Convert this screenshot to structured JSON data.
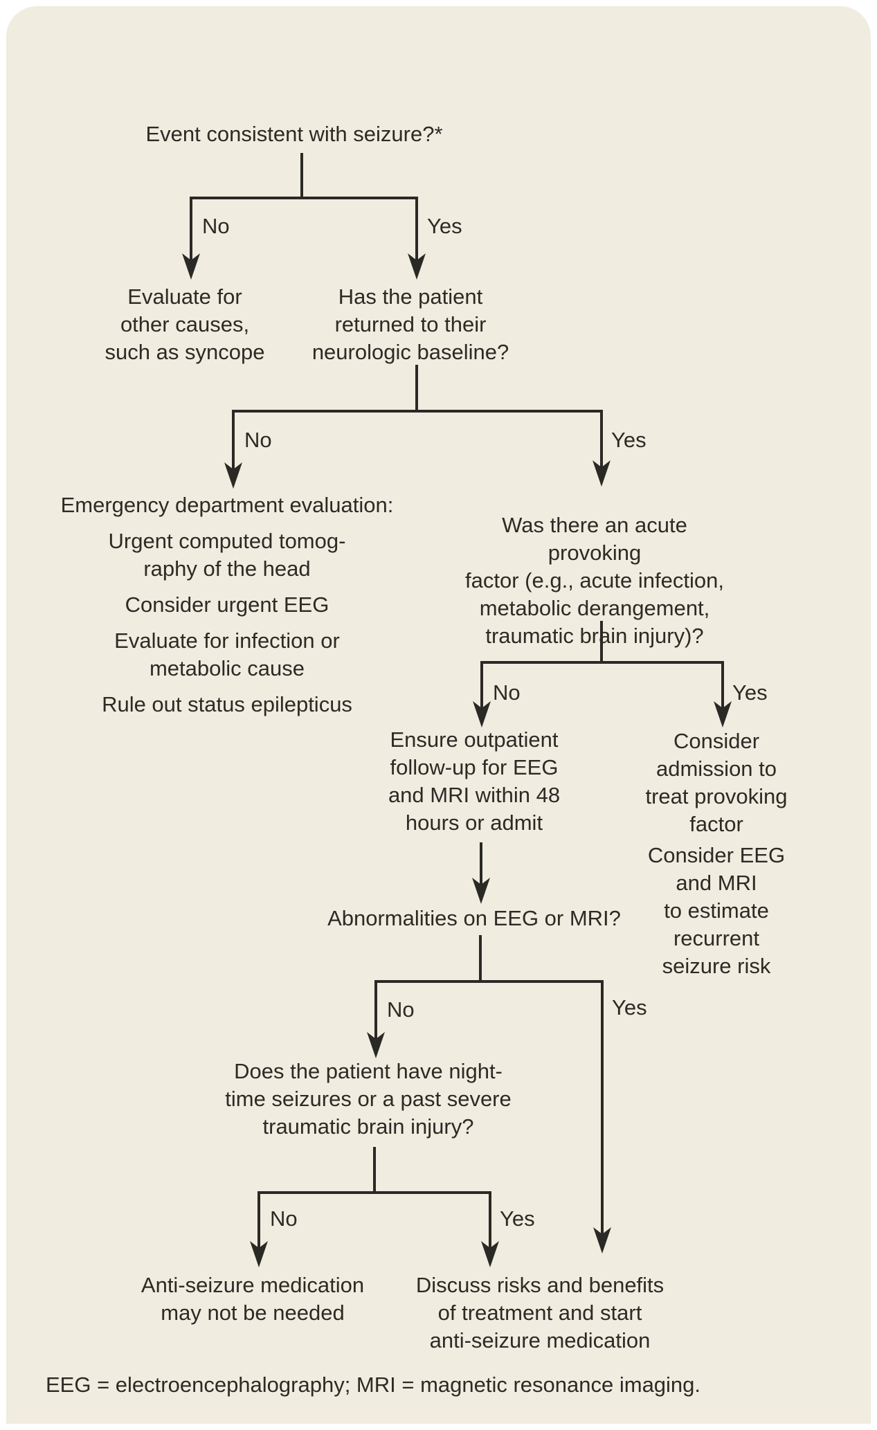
{
  "page": {
    "card_background": "#f0ecdf",
    "text_color": "#2d2a26",
    "line_color": "#2b2926"
  },
  "flowchart": {
    "labels": {
      "no": "No",
      "yes": "Yes"
    },
    "nodes": {
      "root_question": "Event consistent with seizure?*",
      "evaluate_other": "Evaluate for\nother causes,\nsuch as syncope",
      "baseline_question": "Has the patient\nreturned to their\nneurologic baseline?",
      "ed_evaluation": {
        "title": "Emergency department evaluation:",
        "items": [
          "Urgent computed tomog-\nraphy of the head",
          "Consider urgent EEG",
          "Evaluate for infection or\nmetabolic cause",
          "Rule out status epilepticus"
        ]
      },
      "provoking_question": "Was there an acute provoking\nfactor (e.g., acute infection,\nmetabolic derangement,\ntraumatic brain injury)?",
      "ensure_outpatient": "Ensure outpatient\nfollow-up for EEG\nand MRI within 48\nhours or admit",
      "consider_admission": {
        "items": [
          "Consider admission to\ntreat provoking factor",
          "Consider EEG and MRI\nto estimate recurrent\nseizure risk"
        ]
      },
      "abnormalities_question": "Abnormalities on EEG or MRI?",
      "nighttime_question": "Does the patient have night-\ntime seizures or a past severe\ntraumatic brain injury?",
      "no_medication": "Anti-seizure medication\nmay not be needed",
      "discuss_risks": "Discuss risks and benefits\nof treatment and start\nanti-seizure medication"
    },
    "footnote": "EEG = electroencephalography; MRI = magnetic resonance imaging."
  }
}
